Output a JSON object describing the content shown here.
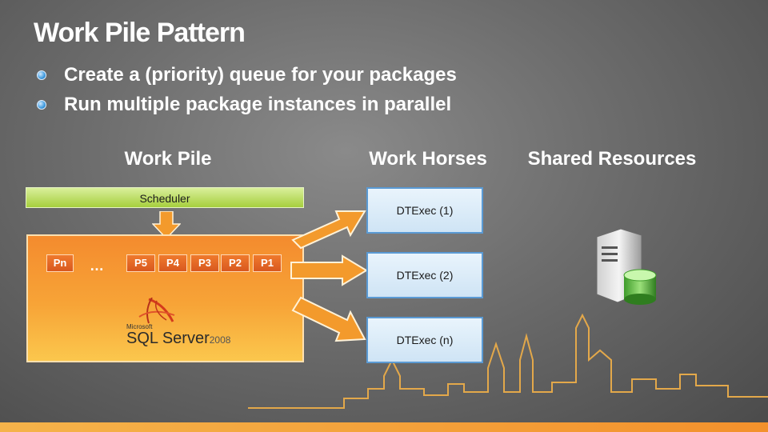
{
  "slide": {
    "title": "Work Pile Pattern",
    "bullets": [
      "Create a (priority) queue for your packages",
      "Run multiple package instances in parallel"
    ]
  },
  "columns": {
    "work_pile": "Work Pile",
    "work_horses": "Work Horses",
    "shared_resources": "Shared Resources"
  },
  "work_pile": {
    "scheduler_label": "Scheduler",
    "packages": [
      "Pn",
      "P5",
      "P4",
      "P3",
      "P2",
      "P1"
    ],
    "ellipsis": "…",
    "logo_brand": "Microsoft",
    "logo_product": "SQL Server",
    "logo_version": "2008"
  },
  "work_horses": [
    "DTExec (1)",
    "DTExec (2)",
    "DTExec (n)"
  ],
  "colors": {
    "scheduler_green": "#a6cf3d",
    "pile_orange": "#f7a437",
    "package_red_orange": "#e0622a",
    "dtexec_border": "#5a9ad4",
    "arrow_orange": "#f39a2c"
  },
  "icons": {
    "bullet": "bullet-dot-icon",
    "arrow": "arrow-icon",
    "server": "server-database-icon",
    "logo": "sql-server-logo-icon",
    "skyline": "city-skyline-icon"
  }
}
